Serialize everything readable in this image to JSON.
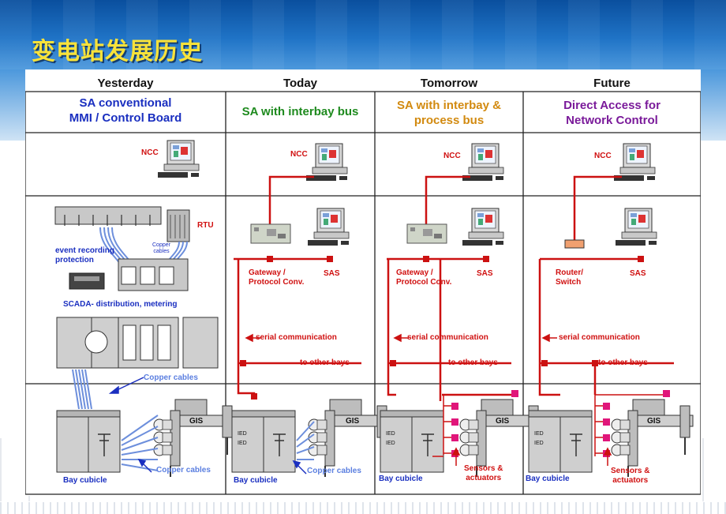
{
  "slide": {
    "title": "变电站发展历史"
  },
  "columns": [
    {
      "header": "Yesterday",
      "subtitle": "SA conventional\nMMI / Control Board",
      "subtitle_color": "#1a2fc0"
    },
    {
      "header": "Today",
      "subtitle": "SA with interbay bus",
      "subtitle_color": "#1e8a1e"
    },
    {
      "header": "Tomorrow",
      "subtitle": "SA with interbay &\nprocess bus",
      "subtitle_color": "#d28a10"
    },
    {
      "header": "Future",
      "subtitle": "Direct Access for\nNetwork Control",
      "subtitle_color": "#7a1a9a"
    }
  ],
  "labels": {
    "ncc": "NCC",
    "rtu": "RTU",
    "event_recording": "event recording\nprotection",
    "copper_small": "Copper\ncables",
    "scada": "SCADA- distribution, metering",
    "copper_cables": "Copper cables",
    "bay_cubicle": "Bay cubicle",
    "gis": "GIS",
    "gateway": "Gateway /\nProtocol Conv.",
    "sas": "SAS",
    "serial": "serial communication",
    "other_bays": "to other bays",
    "router": "Router/\nSwitch",
    "sensors": "Sensors &\nactuators",
    "ied": "IED"
  },
  "colors": {
    "accent_red": "#cc1111",
    "title_yellow": "#f8e23a",
    "band_blue": "#1f73c6",
    "sensor_pink": "#e0167a"
  }
}
